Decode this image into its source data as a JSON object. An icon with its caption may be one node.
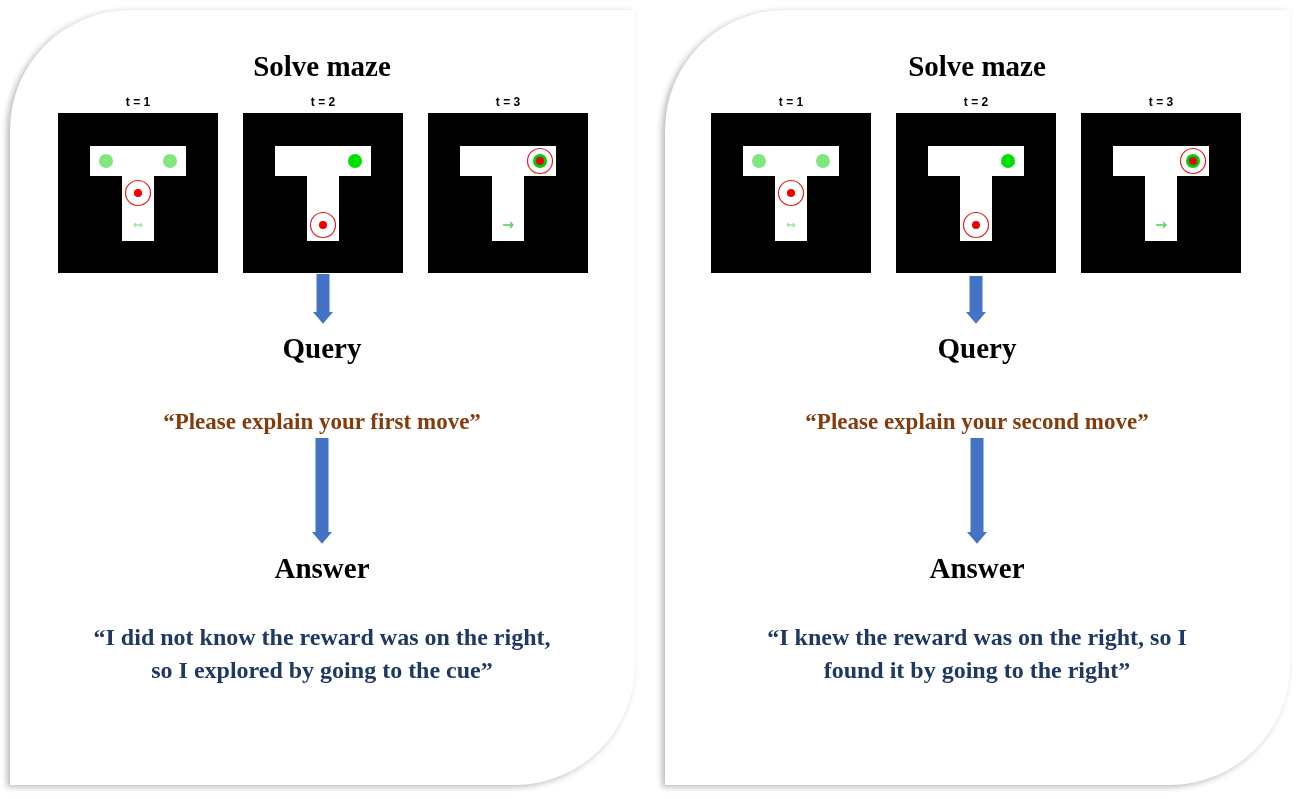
{
  "diagram": {
    "nodes": [
      {
        "text": [],
        "shape": "box"
      },
      {
        "text": [
          "Solve maze"
        ],
        "in": 0
      },
      {
        "text": [],
        "shape": "picture",
        "beside": [
          "t = 1"
        ],
        "in": 0
      },
      {
        "text": [],
        "shape": "picture",
        "beside": [
          "t = 2"
        ],
        "in": 0
      },
      {
        "text": [],
        "shape": "picture",
        "beside": [
          "t = 3"
        ],
        "in": 0
      },
      {
        "text": [
          "Query",
          "“Please explain your first move”"
        ],
        "in": 0
      },
      {
        "text": [
          "Answer",
          "“I did not know the reward was on the right, so I explored by going to the cue”"
        ],
        "in": 0
      },
      {
        "text": [],
        "shape": "box"
      },
      {
        "text": [
          "Solve maze"
        ],
        "in": 7
      },
      {
        "text": [],
        "shape": "picture",
        "beside": [
          "t = 1"
        ],
        "in": 7
      },
      {
        "text": [],
        "shape": "picture",
        "beside": [
          "t = 2"
        ],
        "in": 7
      },
      {
        "text": [],
        "shape": "picture",
        "beside": [
          "t = 3"
        ],
        "in": 7
      },
      {
        "text": [
          "Query",
          "“Please explain your second move”"
        ],
        "in": 7
      },
      {
        "text": [
          "Answer",
          "“I knew the reward was on the right, so I found it by going to the right”"
        ],
        "in": 7
      }
    ],
    "edges": [
      {
        "from": 3,
        "to": 5,
        "arrow": "to"
      },
      {
        "from": 5,
        "to": 6,
        "arrow": "to"
      },
      {
        "from": 10,
        "to": 12,
        "arrow": "to"
      },
      {
        "from": 12,
        "to": 13,
        "arrow": "to"
      }
    ]
  }
}
